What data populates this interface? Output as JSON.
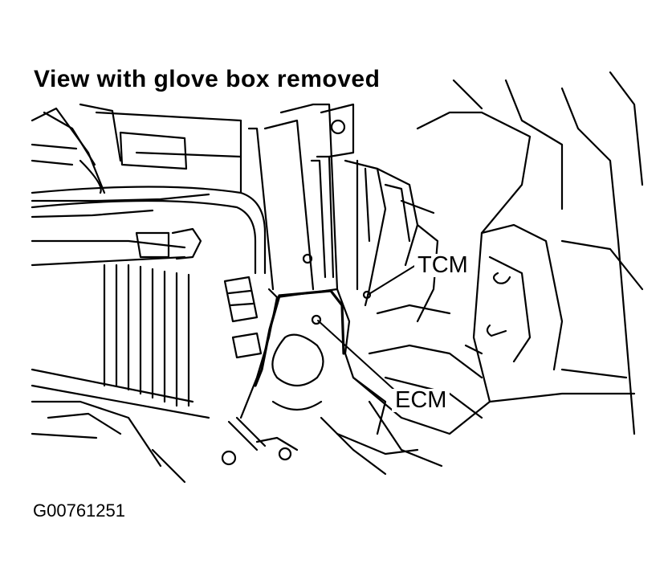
{
  "title": "View with glove box removed",
  "figure_id": "G00761251",
  "callouts": {
    "tcm": "TCM",
    "ecm": "ECM"
  },
  "colors": {
    "line": "#000000",
    "background": "#ffffff"
  }
}
